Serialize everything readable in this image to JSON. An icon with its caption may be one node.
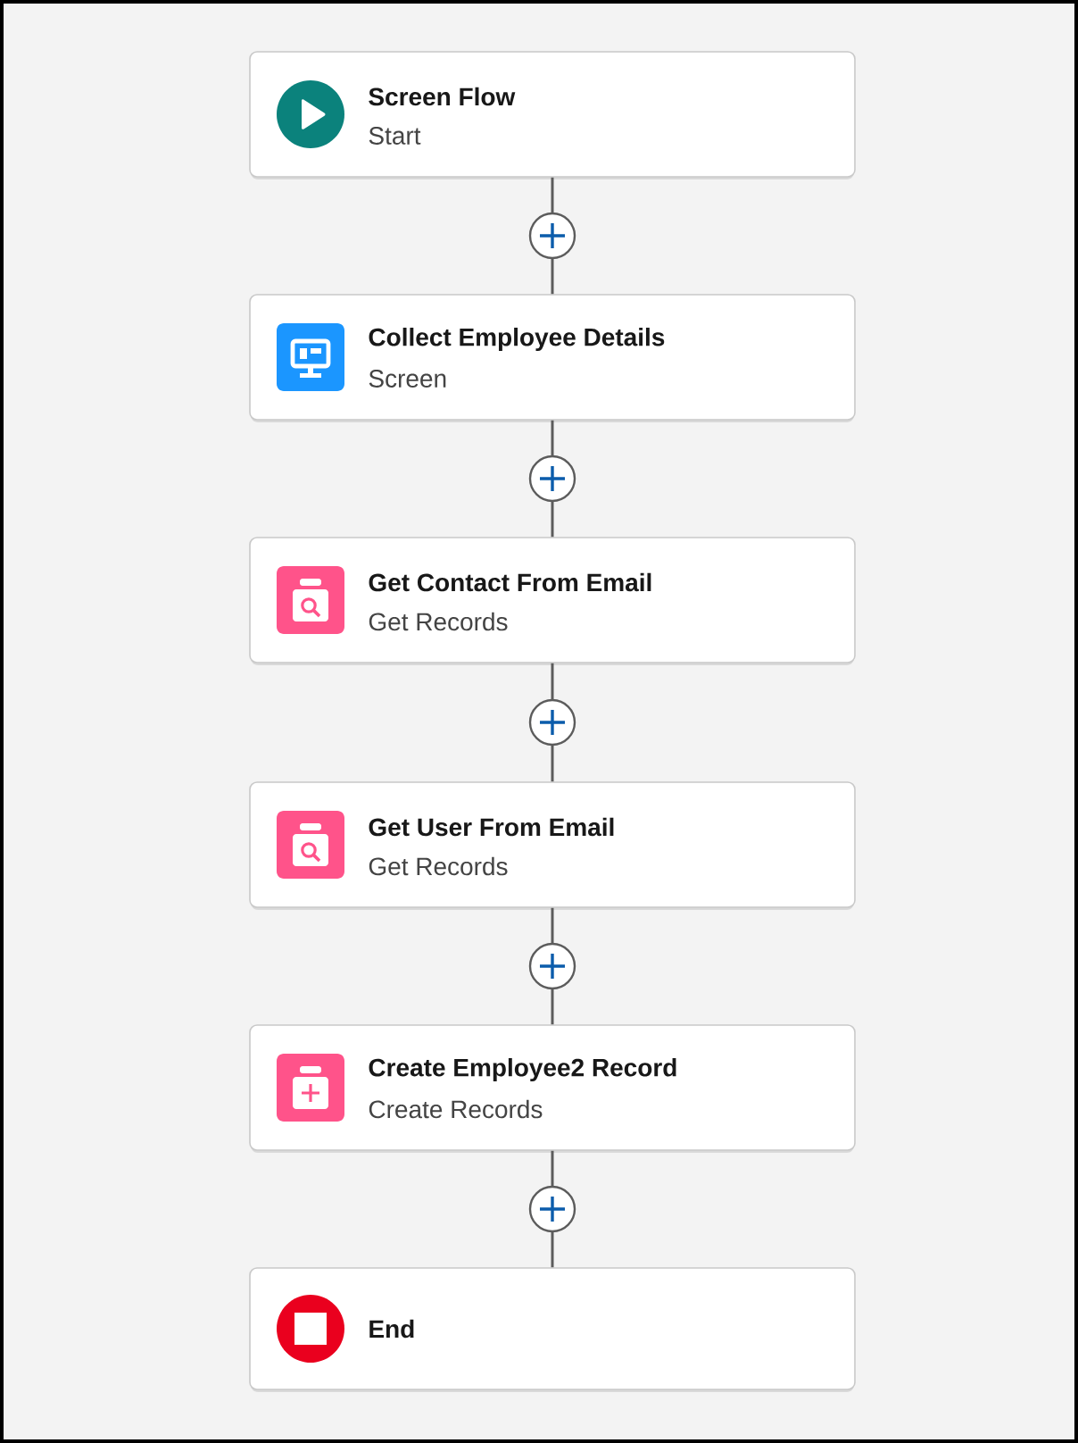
{
  "diagram": {
    "nodes": [
      {
        "text": [
          "Screen Flow",
          "Start"
        ]
      },
      {
        "text": [
          "Collect Employee Details",
          "Screen"
        ]
      },
      {
        "text": [
          "Get Contact From Email",
          "Get Records"
        ]
      },
      {
        "text": [
          "Get User From Email",
          "Get Records"
        ]
      },
      {
        "text": [
          "Create Employee2 Record",
          "Create Records"
        ]
      },
      {
        "text": [
          "End"
        ]
      }
    ],
    "edges": [
      {
        "from": 0,
        "to": 1,
        "arrow": "none"
      },
      {
        "from": 1,
        "to": 2,
        "arrow": "none"
      },
      {
        "from": 2,
        "to": 3,
        "arrow": "none"
      },
      {
        "from": 3,
        "to": 4,
        "arrow": "none"
      },
      {
        "from": 4,
        "to": 5,
        "arrow": "none"
      }
    ]
  }
}
